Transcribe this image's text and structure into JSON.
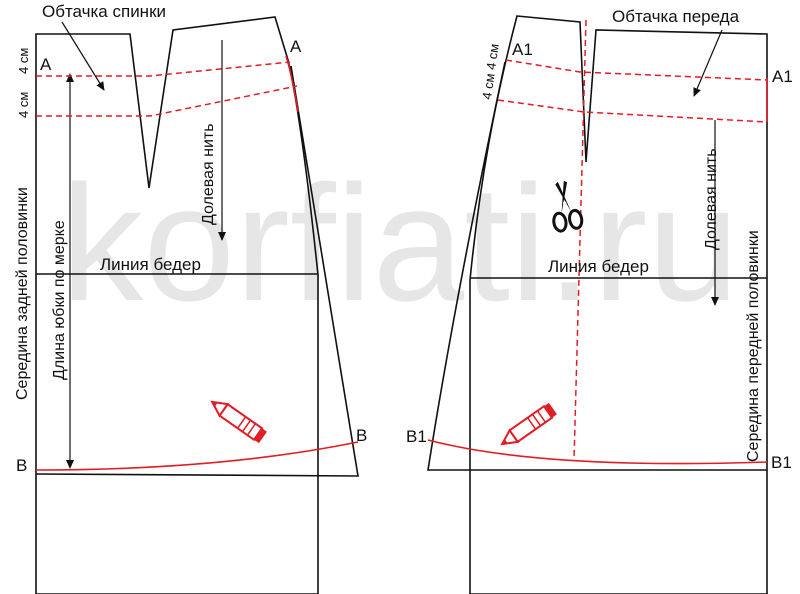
{
  "watermark": "korfiati.ru",
  "back": {
    "facing_label": "Обтачка спинки",
    "grain_label": "Долевая нить",
    "hip_label": "Линия бедер",
    "center_label": "Середина задней половинки",
    "length_label": "Длина юбки по мерке",
    "width_top": "4 см",
    "width_bottom": "4 см",
    "point_a_left": "A",
    "point_a_right": "A",
    "point_b_left": "B",
    "point_b_right": "B"
  },
  "front": {
    "facing_label": "Обтачка переда",
    "grain_label": "Долевая нить",
    "hip_label": "Линия бедер",
    "center_label": "Середина передней половинки",
    "width_label": "4 см 4 см",
    "point_a1_left": "A1",
    "point_a1_right": "A1",
    "point_b1_left": "B1",
    "point_b1_right": "B1"
  },
  "colors": {
    "outline": "#111111",
    "accent": "#e21c24",
    "watermark": "#e6e6e6"
  },
  "icons": [
    "scissors-icon",
    "pencil-icon"
  ]
}
